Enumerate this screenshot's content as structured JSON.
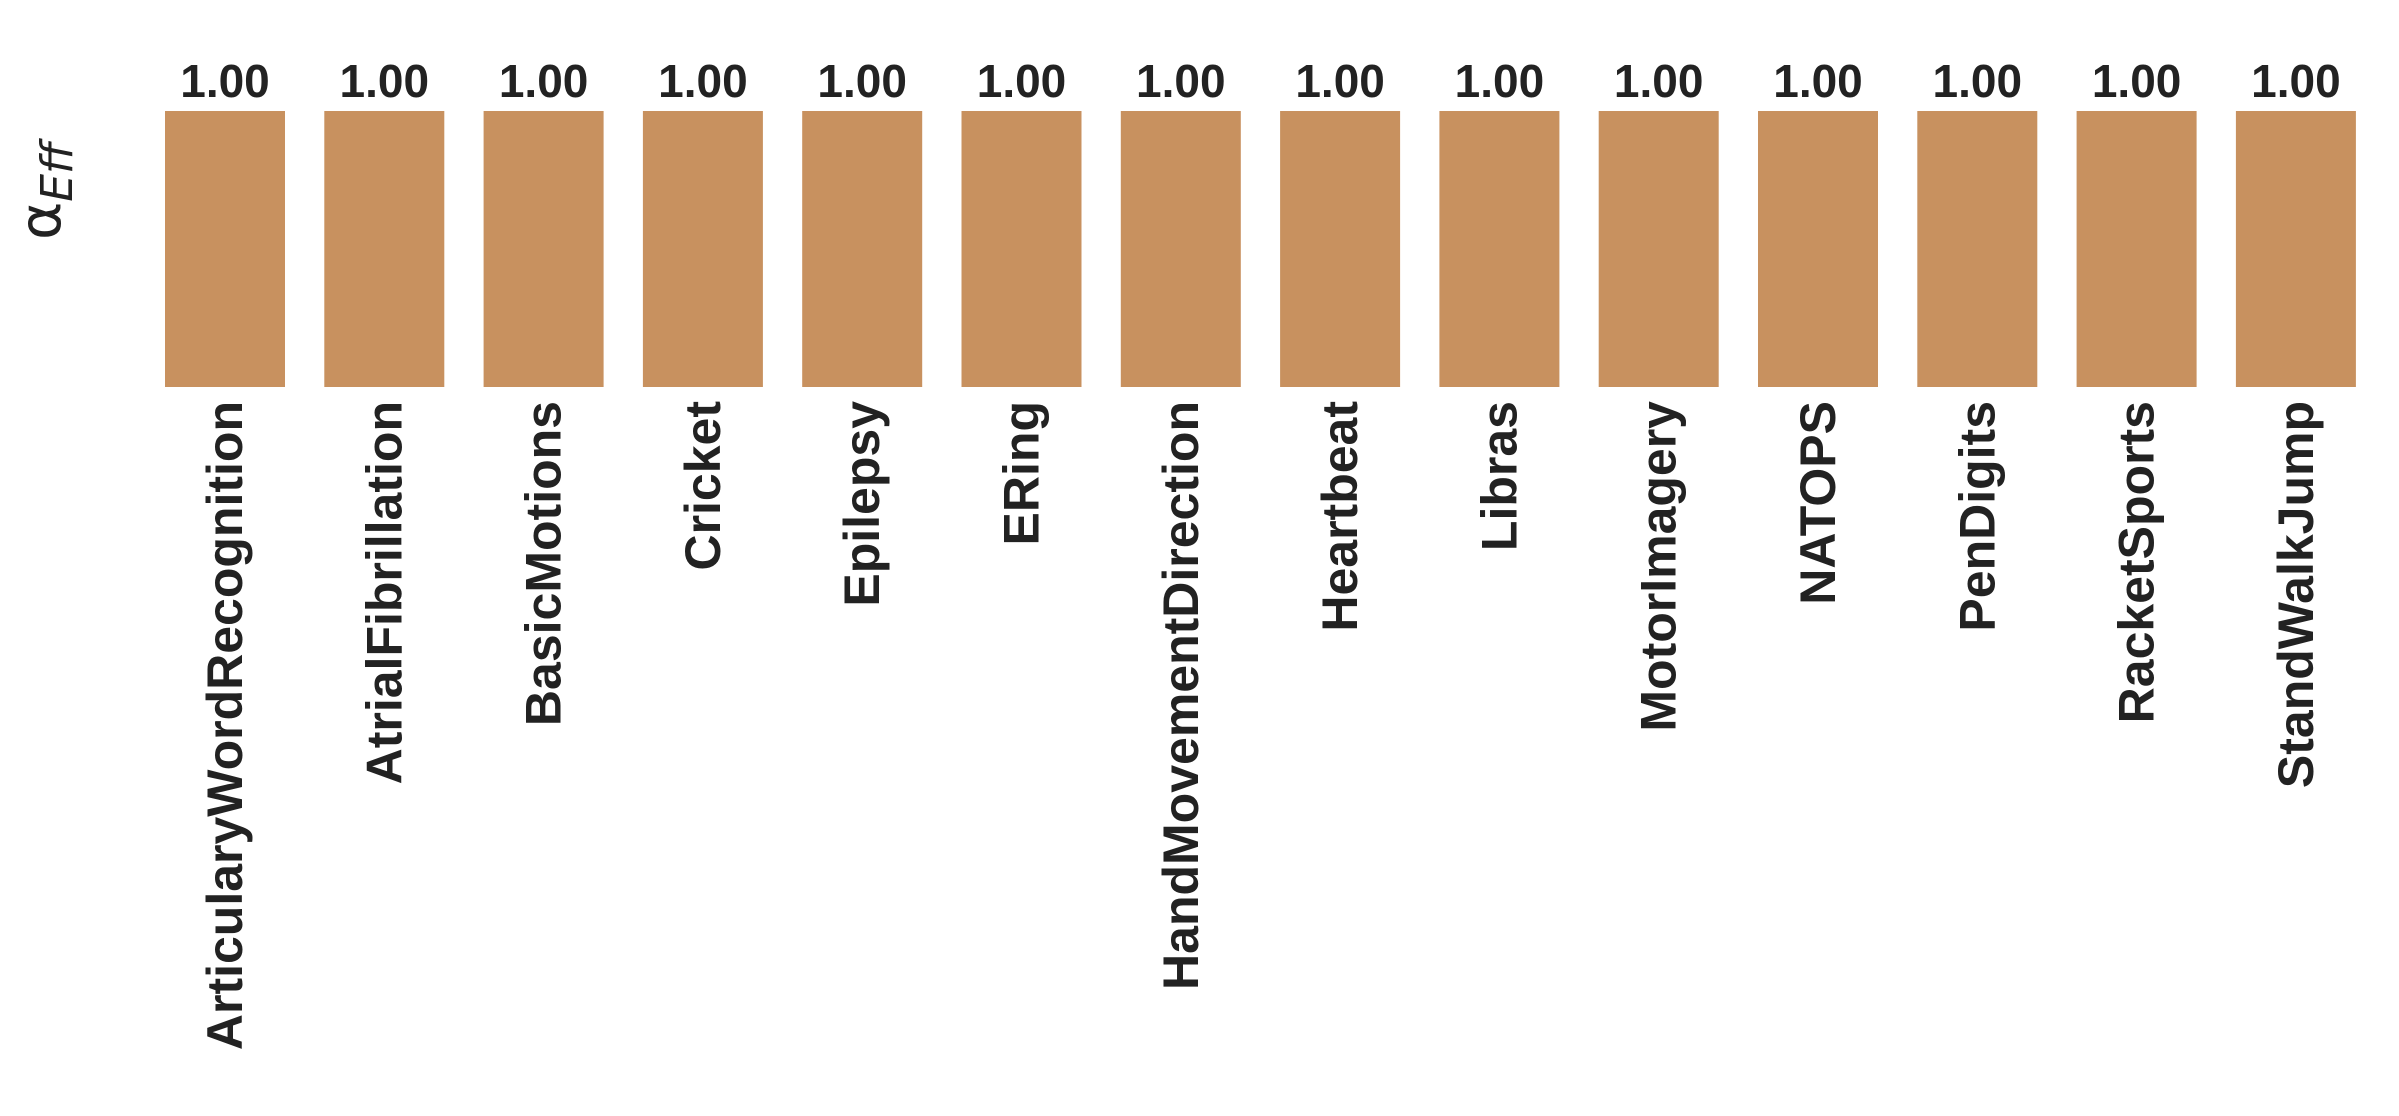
{
  "chart_data": {
    "type": "bar",
    "title": "",
    "xlabel": "",
    "ylabel": {
      "symbol": "α",
      "subscript": "Eff"
    },
    "categories": [
      "ArticularyWordRecognition",
      "AtrialFibrillation",
      "BasicMotions",
      "Cricket",
      "Epilepsy",
      "ERing",
      "HandMovementDirection",
      "Heartbeat",
      "Libras",
      "MotorImagery",
      "NATOPS",
      "PenDigits",
      "RacketSports",
      "StandWalkJump"
    ],
    "values": [
      1.0,
      1.0,
      1.0,
      1.0,
      1.0,
      1.0,
      1.0,
      1.0,
      1.0,
      1.0,
      1.0,
      1.0,
      1.0,
      1.0
    ],
    "value_labels": [
      "1.00",
      "1.00",
      "1.00",
      "1.00",
      "1.00",
      "1.00",
      "1.00",
      "1.00",
      "1.00",
      "1.00",
      "1.00",
      "1.00",
      "1.00",
      "1.00"
    ],
    "ylim": [
      0,
      1
    ],
    "grid": false,
    "legend": "none",
    "bar_color": "#C8915F",
    "text_color": "#222222"
  }
}
